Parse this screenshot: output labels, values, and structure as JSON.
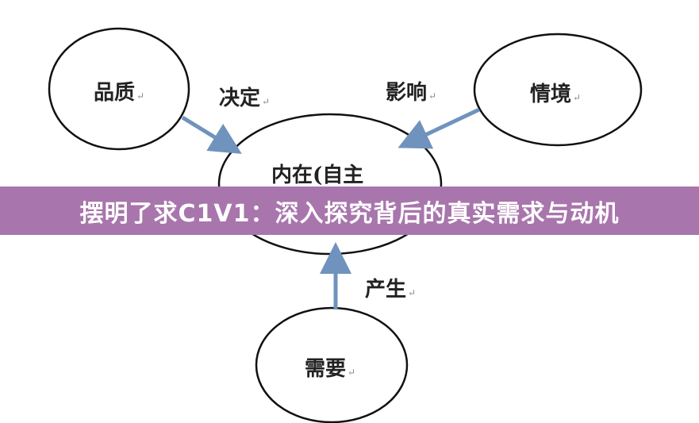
{
  "diagram": {
    "nodes": {
      "quality": "品质",
      "situation": "情境",
      "intrinsic": "内在(自主",
      "need": "需要"
    },
    "edges": {
      "decides": "决定",
      "influences": "影响",
      "produces": "产生"
    },
    "return_mark": "↵",
    "colors": {
      "arrow": "#6f93bd",
      "ellipse": "#111111"
    }
  },
  "banner": {
    "title": "摆明了求C1V1：深入探究背后的真实需求与动机",
    "color": "#a875ac"
  }
}
